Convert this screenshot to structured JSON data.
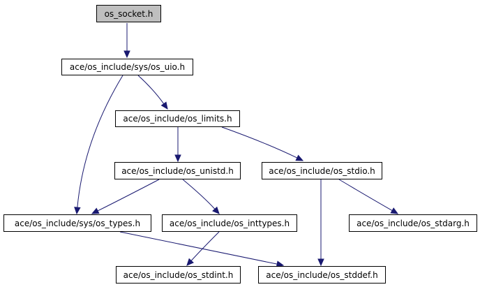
{
  "graph": {
    "root": "os_socket.h",
    "nodes": [
      {
        "id": "os_socket",
        "label": "os_socket.h",
        "root": true
      },
      {
        "id": "sys_uio",
        "label": "ace/os_include/sys/os_uio.h"
      },
      {
        "id": "limits",
        "label": "ace/os_include/os_limits.h"
      },
      {
        "id": "unistd",
        "label": "ace/os_include/os_unistd.h"
      },
      {
        "id": "stdio",
        "label": "ace/os_include/os_stdio.h"
      },
      {
        "id": "sys_types",
        "label": "ace/os_include/sys/os_types.h"
      },
      {
        "id": "inttypes",
        "label": "ace/os_include/os_inttypes.h"
      },
      {
        "id": "stdarg",
        "label": "ace/os_include/os_stdarg.h"
      },
      {
        "id": "stdint",
        "label": "ace/os_include/os_stdint.h"
      },
      {
        "id": "stddef",
        "label": "ace/os_include/os_stddef.h"
      }
    ],
    "edges": [
      {
        "from": "os_socket",
        "to": "sys_uio"
      },
      {
        "from": "sys_uio",
        "to": "limits"
      },
      {
        "from": "sys_uio",
        "to": "sys_types"
      },
      {
        "from": "limits",
        "to": "unistd"
      },
      {
        "from": "limits",
        "to": "stdio"
      },
      {
        "from": "unistd",
        "to": "sys_types"
      },
      {
        "from": "unistd",
        "to": "inttypes"
      },
      {
        "from": "stdio",
        "to": "stdarg"
      },
      {
        "from": "stdio",
        "to": "stddef"
      },
      {
        "from": "sys_types",
        "to": "stddef"
      },
      {
        "from": "inttypes",
        "to": "stdint"
      }
    ],
    "colors": {
      "edge": "#191970",
      "root_fill": "#bfbfbf",
      "node_fill": "#ffffff",
      "border": "#000000"
    }
  }
}
